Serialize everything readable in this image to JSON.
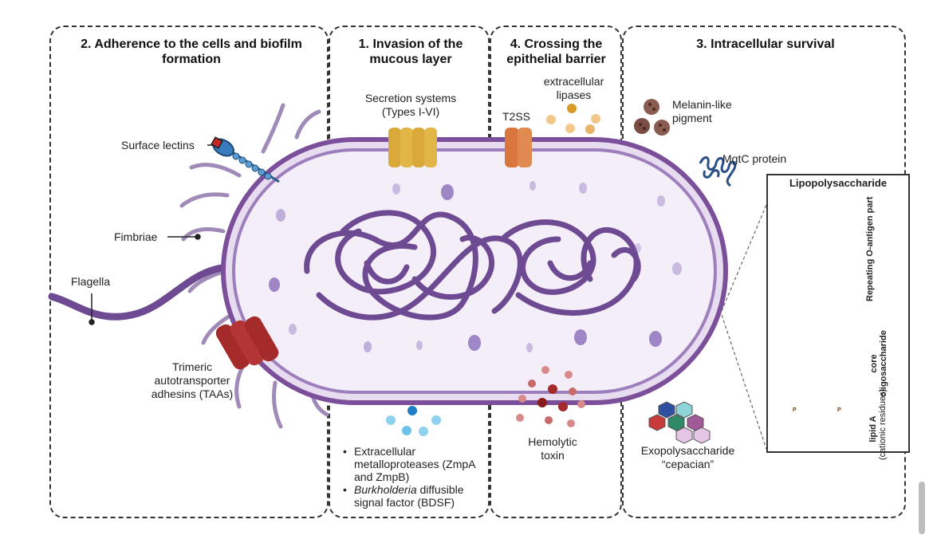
{
  "panels": {
    "adherence_title": "2.  Adherence to the cells and biofilm formation",
    "invasion_title": "1. Invasion of the mucous layer",
    "crossing_title": "4. Crossing the epithelial barrier",
    "survival_title": "3. Intracellular survival"
  },
  "labels": {
    "surface_lectins": "Surface lectins",
    "fimbriae": "Fimbriae",
    "flagella": "Flagella",
    "taas": "Trimeric autotransporter adhesins (TAAs)",
    "secretion_systems": "Secretion systems (Types I-VI)",
    "t2ss": "T2SS",
    "extracellular_lipases": "extracellular lipases",
    "melanin": "Melanin-like pigment",
    "mgtc": "MgtC protein",
    "hemolytic_toxin": "Hemolytic toxin",
    "exopolysaccharide": "Exopolysaccharide “cepacian”"
  },
  "bullets": {
    "item1": "Extracellular metalloproteases (ZmpA and ZmpB)",
    "item2_italic": "Burkholderia",
    "item2_rest": " diffusible signal factor (BDSF)"
  },
  "lps": {
    "title": "Lipopolysaccharide",
    "o_antigen": "Repeating O-antigen part",
    "core_label": "core",
    "core_sub": "oligosaccharide",
    "lipid_a": "lipid A",
    "lipid_a_sub": "(cationic residues)",
    "phosphate": "P"
  },
  "colors": {
    "membrane": "#7b4f9a",
    "cytoplasm": "#f3eef8",
    "dna": "#6e4a92",
    "taa": "#a52a2a",
    "secretion": "#d9a93a",
    "t2ss": "#d8763e"
  }
}
